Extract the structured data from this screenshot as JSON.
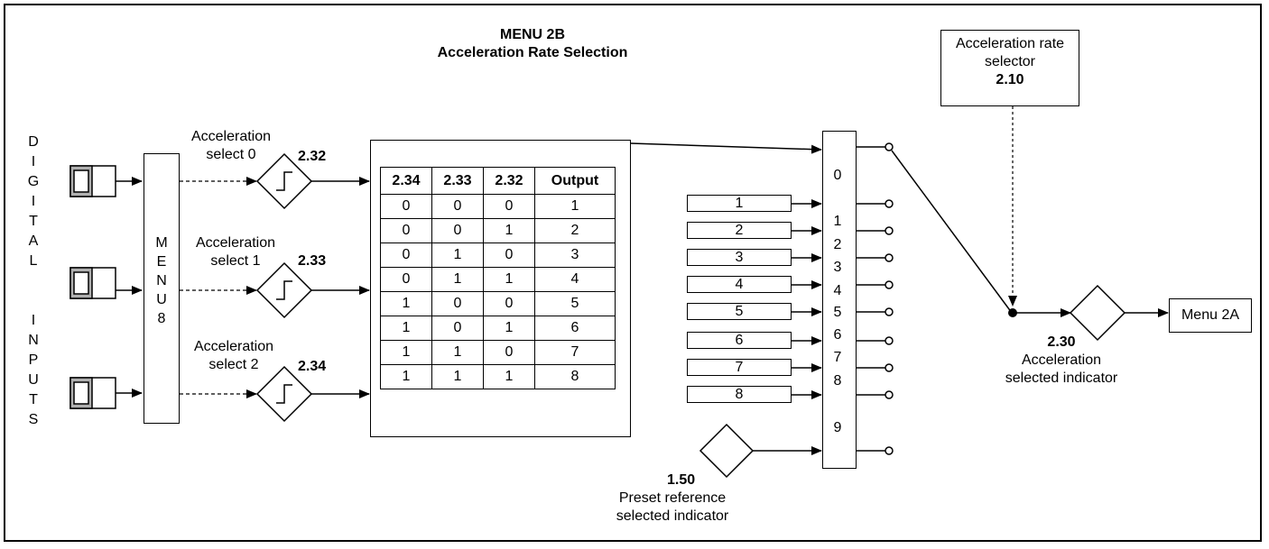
{
  "title": {
    "line1": "MENU 2B",
    "line2": "Acceleration Rate Selection"
  },
  "digital_inputs_letters": [
    "D",
    "I",
    "G",
    "I",
    "T",
    "A",
    "L",
    "",
    "I",
    "N",
    "P",
    "U",
    "T",
    "S"
  ],
  "menu8_letters": [
    "M",
    "E",
    "N",
    "U",
    "8"
  ],
  "accel_selects": [
    {
      "line1": "Acceleration",
      "line2": "select 0",
      "param": "2.32"
    },
    {
      "line1": "Acceleration",
      "line2": "select 1",
      "param": "2.33"
    },
    {
      "line1": "Acceleration",
      "line2": "select 2",
      "param": "2.34"
    }
  ],
  "truth_table": {
    "headers": [
      "2.34",
      "2.33",
      "2.32",
      "Output"
    ],
    "rows": [
      [
        "0",
        "0",
        "0",
        "1"
      ],
      [
        "0",
        "0",
        "1",
        "2"
      ],
      [
        "0",
        "1",
        "0",
        "3"
      ],
      [
        "0",
        "1",
        "1",
        "4"
      ],
      [
        "1",
        "0",
        "0",
        "5"
      ],
      [
        "1",
        "0",
        "1",
        "6"
      ],
      [
        "1",
        "1",
        "0",
        "7"
      ],
      [
        "1",
        "1",
        "1",
        "8"
      ]
    ]
  },
  "preset_boxes": [
    "1",
    "2",
    "3",
    "4",
    "5",
    "6",
    "7",
    "8"
  ],
  "switch_numbers": [
    "0",
    "1",
    "2",
    "3",
    "4",
    "5",
    "6",
    "7",
    "8",
    "9"
  ],
  "preset_indicator": {
    "param": "1.50",
    "line1": "Preset reference",
    "line2": "selected indicator"
  },
  "rate_selector": {
    "line1": "Acceleration rate",
    "line2": "selector",
    "param": "2.10"
  },
  "accel_indicator": {
    "param": "2.30",
    "line1": "Acceleration",
    "line2": "selected indicator"
  },
  "output_box": "Menu 2A"
}
